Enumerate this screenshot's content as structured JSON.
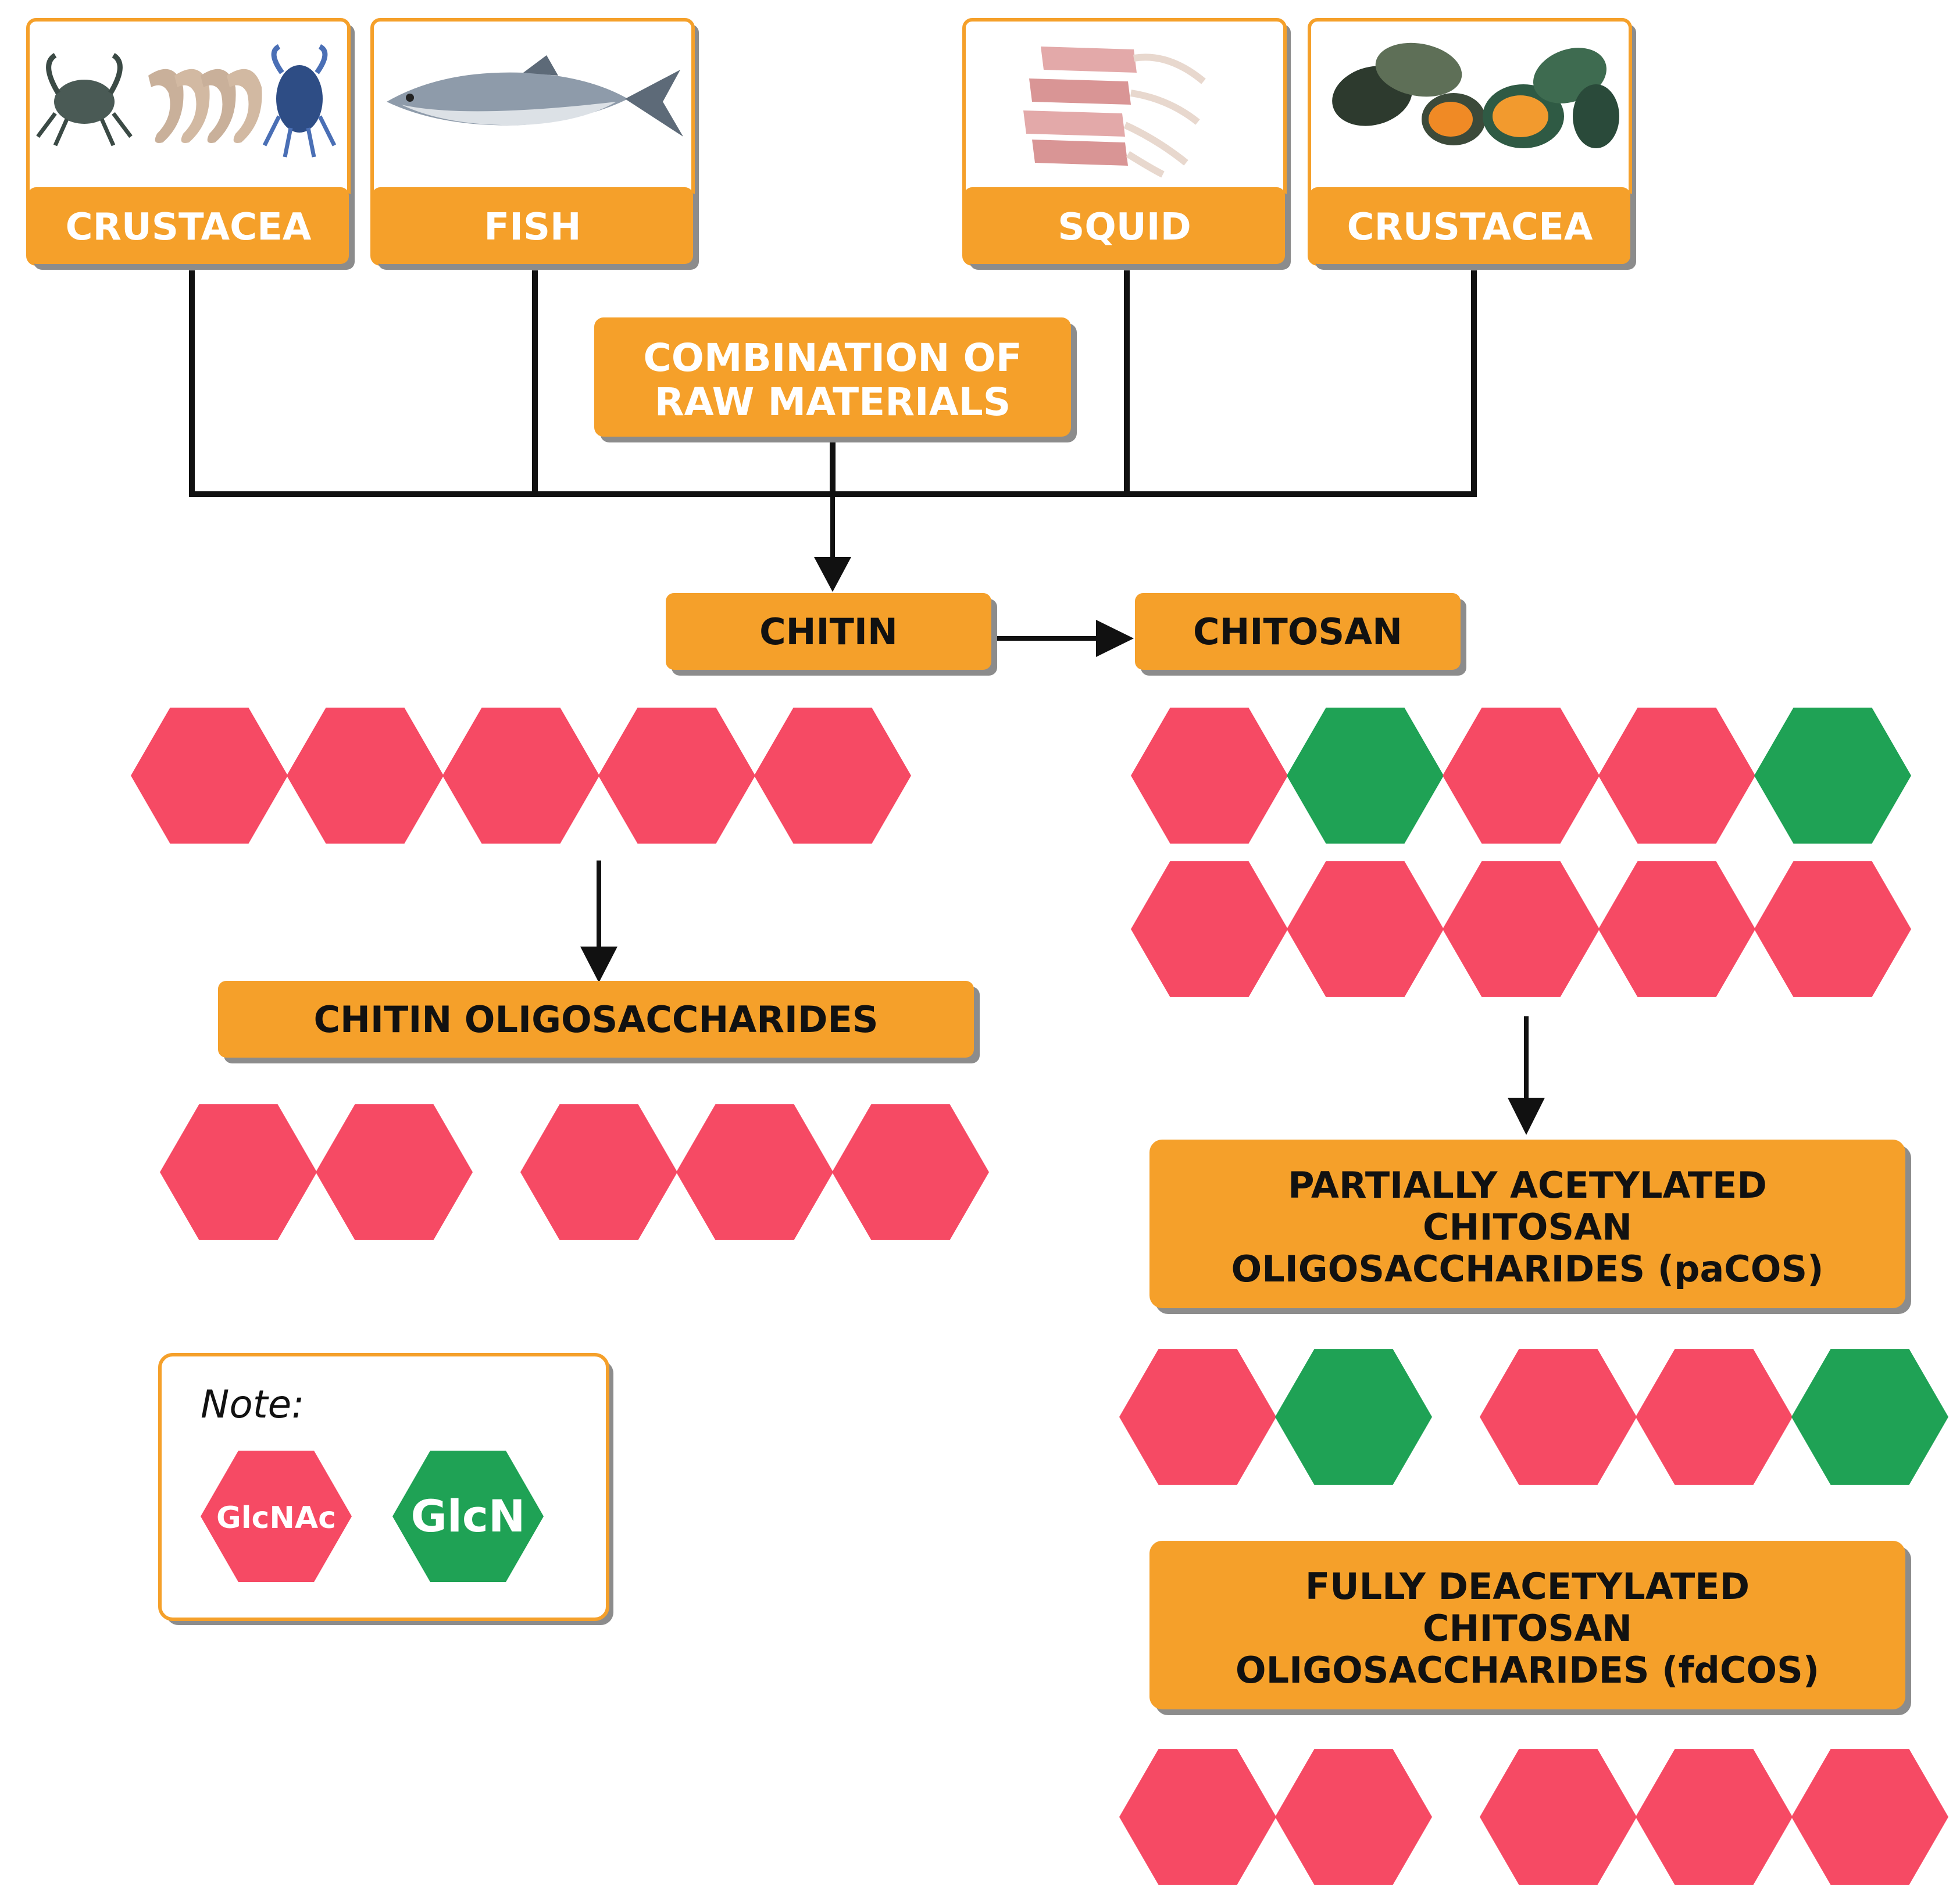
{
  "sources": [
    {
      "label": "CRUSTACEA",
      "icon": "crab-shrimp-image"
    },
    {
      "label": "FISH",
      "icon": "fish-image"
    },
    {
      "label": "SQUID",
      "icon": "squid-image"
    },
    {
      "label": "CRUSTACEA",
      "icon": "mussel-image"
    }
  ],
  "combination": {
    "line1": "COMBINATION OF",
    "line2": "RAW MATERIALS"
  },
  "chitin": "CHITIN",
  "chitosan": "CHITOSAN",
  "chitin_oligo": "CHITIN OLIGOSACCHARIDES",
  "pacos": {
    "line1": "PARTIALLY ACETYLATED",
    "line2": "CHITOSAN",
    "line3": "OLIGOSACCHARIDES (paCOS)"
  },
  "fdcos": {
    "line1": "FULLY DEACETYLATED",
    "line2": "CHITOSAN",
    "line3": "OLIGOSACCHARIDES (fdCOS)"
  },
  "note": {
    "title": "Note:",
    "glcnac": "GlcNAc",
    "glcn": "GlcN"
  },
  "colors": {
    "orange": "#F5A02A",
    "orange_shadow": "#8C8C8C",
    "glcnac": "#F64A64",
    "glcn": "#1FA255",
    "line": "#111111"
  },
  "chains": {
    "chitin": [
      "GlcNAc",
      "GlcNAc",
      "GlcNAc",
      "GlcNAc",
      "GlcNAc"
    ],
    "chitosan_row1": [
      "GlcNAc",
      "GlcN",
      "GlcNAc",
      "GlcNAc",
      "GlcN"
    ],
    "chitosan_row2": [
      "GlcNAc",
      "GlcNAc",
      "GlcNAc",
      "GlcNAc",
      "GlcNAc"
    ],
    "chitin_oligo_a": [
      "GlcNAc",
      "GlcNAc"
    ],
    "chitin_oligo_b": [
      "GlcNAc",
      "GlcNAc",
      "GlcNAc"
    ],
    "pacos_a": [
      "GlcNAc",
      "GlcN"
    ],
    "pacos_b": [
      "GlcNAc",
      "GlcNAc",
      "GlcN"
    ],
    "fdcos_a": [
      "GlcNAc",
      "GlcNAc"
    ],
    "fdcos_b": [
      "GlcNAc",
      "GlcNAc",
      "GlcNAc"
    ]
  }
}
